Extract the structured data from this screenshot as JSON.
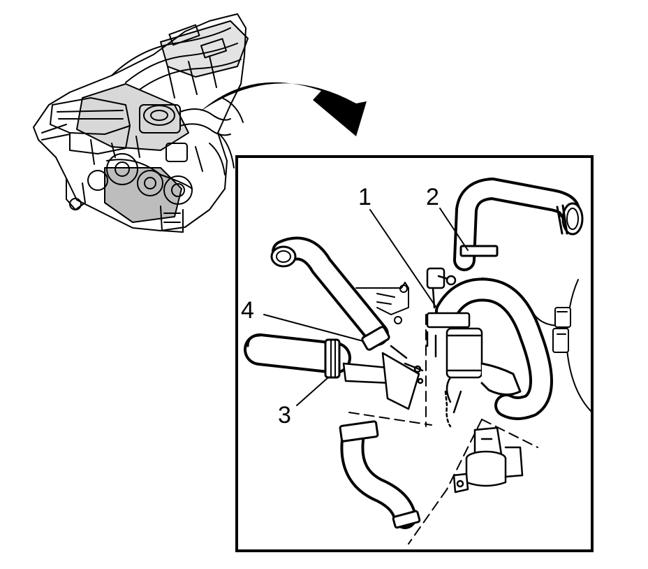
{
  "diagram": {
    "callouts": [
      {
        "id": "1",
        "label": "1"
      },
      {
        "id": "2",
        "label": "2"
      },
      {
        "id": "3",
        "label": "3"
      },
      {
        "id": "4",
        "label": "4"
      }
    ]
  },
  "colors": {
    "ink": "#000000",
    "paper": "#ffffff",
    "shade": "#9a9a9a"
  },
  "icons": {
    "arrow": "curved-arrow-icon"
  }
}
